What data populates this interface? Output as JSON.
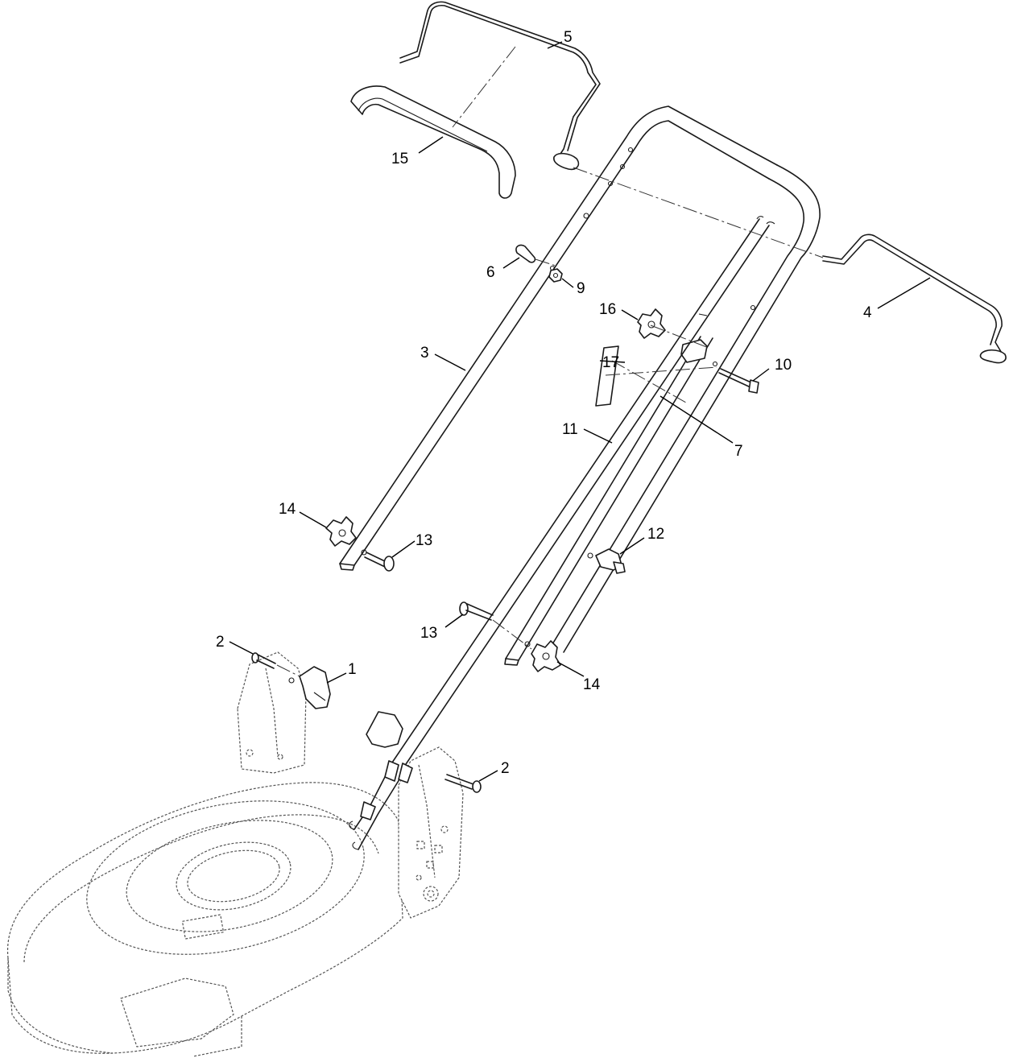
{
  "callouts": [
    {
      "id": "c1",
      "text": "1"
    },
    {
      "id": "c2a",
      "text": "2"
    },
    {
      "id": "c2b",
      "text": "2"
    },
    {
      "id": "c3",
      "text": "3"
    },
    {
      "id": "c4",
      "text": "4"
    },
    {
      "id": "c5",
      "text": "5"
    },
    {
      "id": "c6",
      "text": "6"
    },
    {
      "id": "c7",
      "text": "7"
    },
    {
      "id": "c9",
      "text": "9"
    },
    {
      "id": "c10",
      "text": "10"
    },
    {
      "id": "c11",
      "text": "11"
    },
    {
      "id": "c12",
      "text": "12"
    },
    {
      "id": "c13a",
      "text": "13"
    },
    {
      "id": "c13b",
      "text": "13"
    },
    {
      "id": "c14a",
      "text": "14"
    },
    {
      "id": "c14b",
      "text": "14"
    },
    {
      "id": "c15",
      "text": "15"
    },
    {
      "id": "c16",
      "text": "16"
    },
    {
      "id": "c17",
      "text": "17"
    }
  ]
}
